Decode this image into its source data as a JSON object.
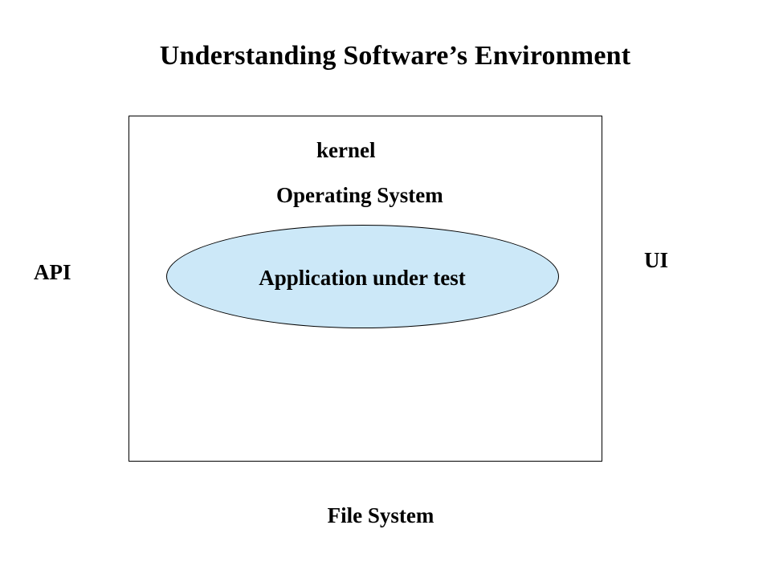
{
  "title": "Understanding Software’s Environment",
  "outer_labels": {
    "api": "API",
    "ui": "UI",
    "file_system": "File System"
  },
  "os_box": {
    "kernel": "kernel",
    "operating_system": "Operating System",
    "application": "Application under test"
  },
  "colors": {
    "application_fill": "#cce8f8",
    "outline": "#000000",
    "text": "#000000",
    "background": "#ffffff"
  }
}
